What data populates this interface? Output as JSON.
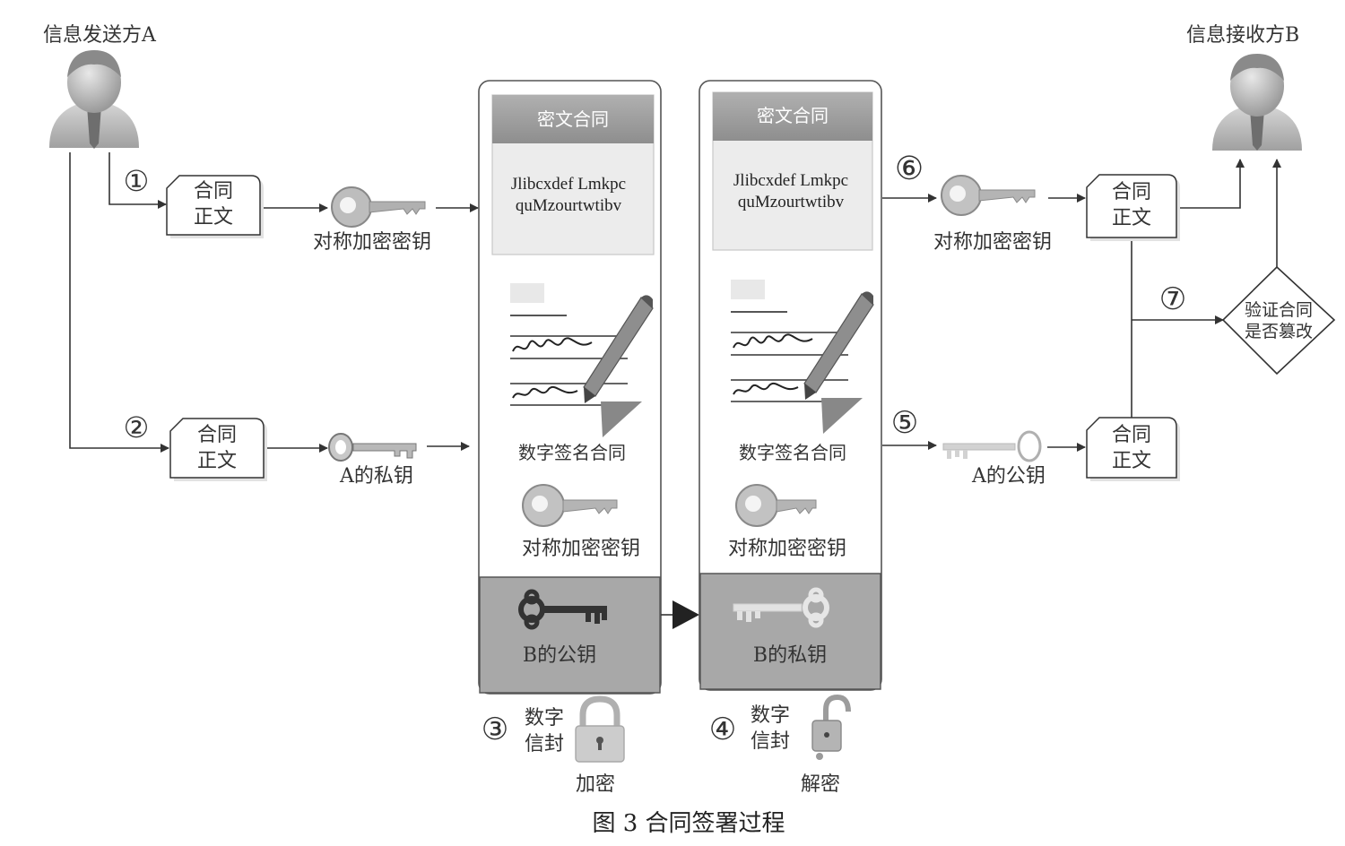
{
  "sender": {
    "title": "信息发送方A"
  },
  "receiver": {
    "title": "信息接收方B"
  },
  "steps": [
    "①",
    "②",
    "③",
    "④",
    "⑤",
    "⑥",
    "⑦"
  ],
  "left_flow": {
    "contract_line1": "合同",
    "contract_line2": "正文",
    "sym_key_label": "对称加密密钥",
    "private_key_label": "A的私钥"
  },
  "encrypt_panel": {
    "header": "密文合同",
    "cipher_line1": "Jlibcxdef Lmkpc",
    "cipher_line2": "quMzourtwtibv",
    "signature_label": "数字签名合同",
    "sym_key_label": "对称加密密钥",
    "pubkey_label": "B的公钥",
    "envelope_line1": "数字",
    "envelope_line2": "信封",
    "action": "加密"
  },
  "decrypt_panel": {
    "header": "密文合同",
    "cipher_line1": "Jlibcxdef Lmkpc",
    "cipher_line2": "quMzourtwtibv",
    "signature_label": "数字签名合同",
    "sym_key_label": "对称加密密钥",
    "privkey_label": "B的私钥",
    "envelope_line1": "数字",
    "envelope_line2": "信封",
    "action": "解密"
  },
  "right_flow": {
    "sym_key_label": "对称加密密钥",
    "public_key_label": "A的公钥",
    "contract_line1": "合同",
    "contract_line2": "正文",
    "verify_line1": "验证合同",
    "verify_line2": "是否篡改"
  },
  "caption": "图 3 合同签署过程",
  "colors": {
    "dark_panel": "#a8a8a8",
    "panel_border": "#555555",
    "header_gray": "#9a9a9a",
    "ink": "#333333"
  }
}
